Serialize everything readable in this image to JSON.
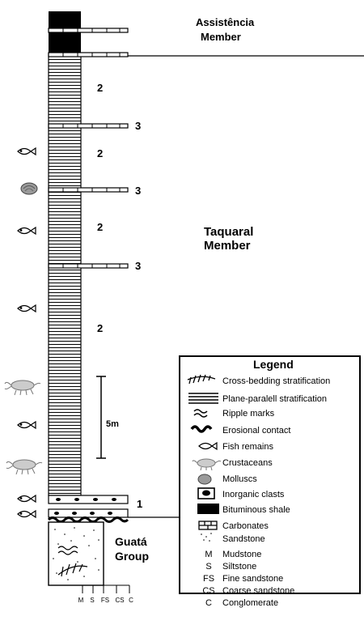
{
  "units": {
    "assistencia": [
      "Assistência",
      "Member"
    ],
    "taquaral": [
      "Taquaral",
      "Member"
    ],
    "guata": [
      "Guatá",
      "Group"
    ]
  },
  "bed_numbers": [
    "2",
    "3",
    "2",
    "3",
    "2",
    "3",
    "2",
    "1"
  ],
  "scale_bar": "5m",
  "grain_axis": [
    "M",
    "S",
    "FS",
    "CS",
    "C"
  ],
  "legend": {
    "title": "Legend",
    "items": [
      {
        "icon": "cross-bedding-icon",
        "label": "Cross-bedding stratification"
      },
      {
        "icon": "plane-parallel-icon",
        "label": "Plane-paralell stratification"
      },
      {
        "icon": "ripple-marks-icon",
        "label": "Ripple marks"
      },
      {
        "icon": "erosional-contact-icon",
        "label": "Erosional contact"
      },
      {
        "icon": "fish-icon",
        "label": "Fish remains"
      },
      {
        "icon": "crustacean-icon",
        "label": "Crustaceans"
      },
      {
        "icon": "mollusc-icon",
        "label": "Molluscs"
      },
      {
        "icon": "inorganic-clast-icon",
        "label": "Inorganic clasts"
      },
      {
        "icon": "bituminous-shale-icon",
        "label": "Bituminous shale"
      },
      {
        "icon": "carbonate-icon",
        "label": "Carbonates"
      },
      {
        "icon": "sandstone-icon",
        "label": "Sandstone"
      }
    ],
    "abbreviations": [
      {
        "code": "M",
        "label": "Mudstone"
      },
      {
        "code": "S",
        "label": "Siltstone"
      },
      {
        "code": "FS",
        "label": "Fine sandstone"
      },
      {
        "code": "CS",
        "label": "Coarse sandstone"
      },
      {
        "code": "C",
        "label": "Conglomerate"
      }
    ]
  },
  "colors": {
    "ink": "#000000",
    "shade": "#888888",
    "paper": "#ffffff"
  }
}
